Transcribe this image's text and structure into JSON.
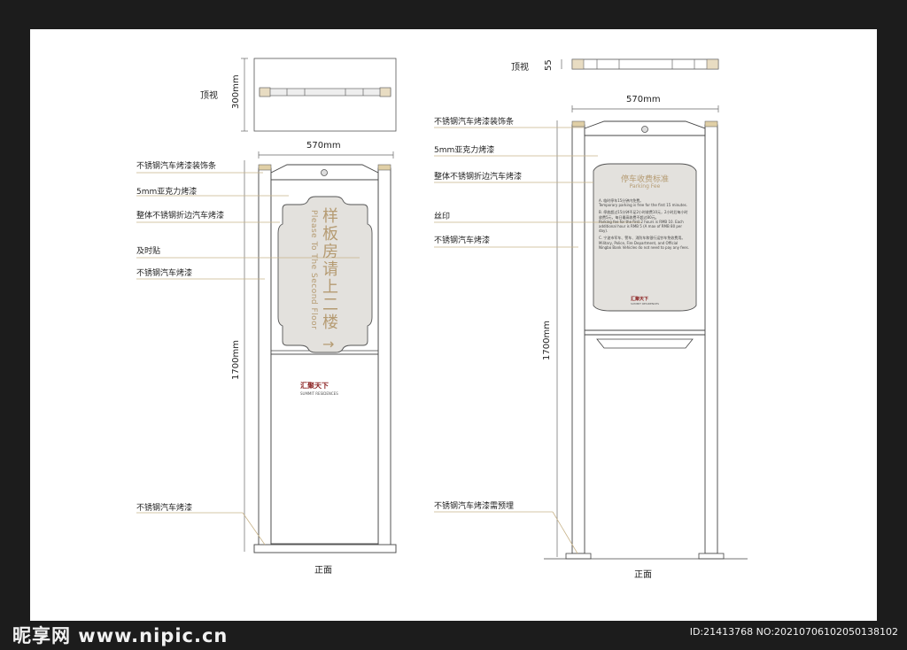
{
  "left": {
    "top_view_label": "顶视",
    "top_view_depth": "300mm",
    "width": "570mm",
    "height": "1700mm",
    "front_label": "正面",
    "callouts": [
      "不锈钢汽车烤漆装饰条",
      "5mm亚克力烤漆",
      "整体不锈钢折边汽车烤漆",
      "及时贴",
      "不锈钢汽车烤漆",
      "不锈钢汽车烤漆"
    ],
    "sign_cn": "样板房请上二楼",
    "sign_en": "Please To The Second Floor",
    "arrow": "→",
    "logo_cn": "汇聚天下",
    "logo_en": "SUMMIT RESIDENCES"
  },
  "right": {
    "top_view_label": "顶视",
    "top_view_depth": "55",
    "width": "570mm",
    "height": "1700mm",
    "front_label": "正面",
    "callouts": [
      "不锈钢汽车烤漆装饰条",
      "5mm亚克力烤漆",
      "整体不锈钢折边汽车烤漆",
      "丝印",
      "不锈钢汽车烤漆",
      "不锈钢汽车烤漆需预埋"
    ],
    "sign_title_cn": "停车收费标准",
    "sign_title_en": "Parking Fee",
    "rules": [
      "A. 临时停车15分钟内免费。",
      "Temporary parking is free for the first 15 minutes.",
      "B. 停放超过15分钟不足2小时收费10元，2小时后每小时收费5元，每日最高收费不超过80元。",
      "Parking fee for the first 2 hours is RMB 10. Each additional hour is RMB 5 (A max of RMB 80 per day).",
      "C. 宁波市军车、警车、消防车和银行运钞车免收费用。",
      "Military, Police, Fire Department, and Official Ningbo Bank Vehicles do not need to pay any fees."
    ],
    "logo_cn": "汇聚天下",
    "logo_en": "SUMMIT RESIDENCES"
  },
  "watermark": {
    "site": "昵享网 www.nipic.cn",
    "id": "ID:21413768 NO:20210706102050138102"
  },
  "colors": {
    "gold": "#b59b72",
    "panel": "#e3e1dd",
    "line": "#8a8a8a",
    "leader": "#c8b48a"
  }
}
